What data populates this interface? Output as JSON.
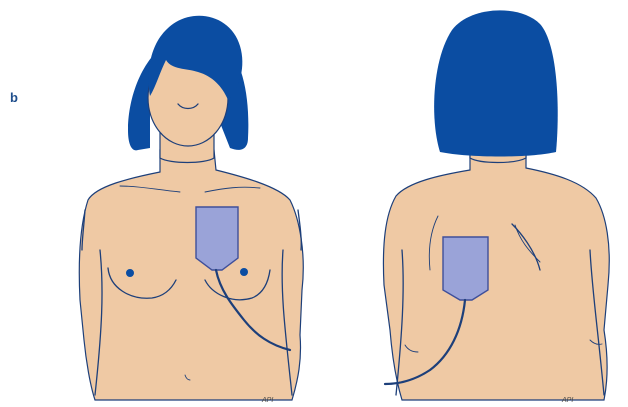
{
  "panel_label": "b",
  "signatures": {
    "front": "ΑΡΙ",
    "back": "ΑΡΙ"
  },
  "colors": {
    "hair": "#0b4da2",
    "skin": "#efc9a4",
    "outline": "#1d3f7a",
    "electrode_fill": "#9aa3d8",
    "electrode_stroke": "#3f4f9a",
    "cable": "#1d3f7a",
    "nipple": "#0b4da2"
  }
}
